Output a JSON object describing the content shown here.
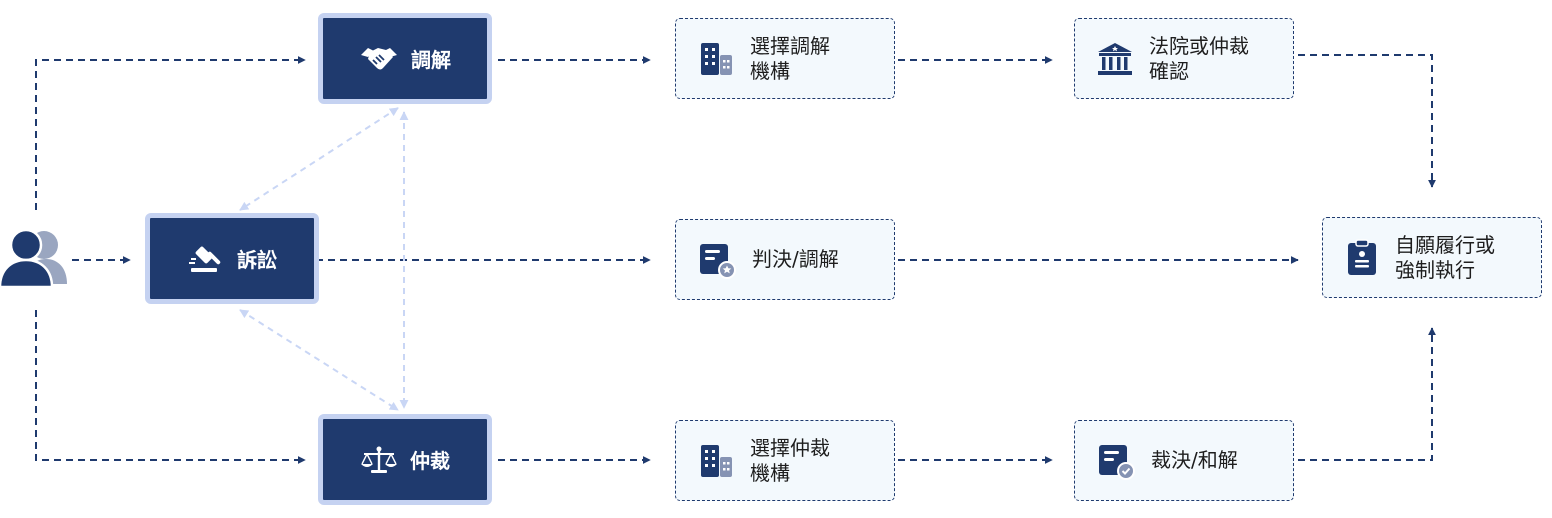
{
  "nodes": {
    "mediation": {
      "label": "調解",
      "icon": "handshake-icon"
    },
    "litigation": {
      "label": "訴訟",
      "icon": "gavel-icon"
    },
    "arbitration": {
      "label": "仲裁",
      "icon": "scales-icon"
    },
    "choose_mediation_org": {
      "label": "選擇調解\n機構",
      "icon": "building-icon"
    },
    "court_arbitration_confirm": {
      "label": "法院或仲裁\n確認",
      "icon": "courthouse-icon"
    },
    "judgment": {
      "label": "判決/調解",
      "icon": "certificate-icon"
    },
    "choose_arbitration_org": {
      "label": "選擇仲裁\n機構",
      "icon": "building-icon"
    },
    "award": {
      "label": "裁決/和解",
      "icon": "approved-document-icon"
    },
    "execution": {
      "label": "自願履行或\n強制執行",
      "icon": "clipboard-icon"
    }
  },
  "user": {
    "icon": "users-icon"
  },
  "colors": {
    "primary": "#1f3a6e",
    "mode_border": "#c5d2f1",
    "step_fill": "#f3f9fd",
    "light_connector": "#c9d6f5"
  }
}
